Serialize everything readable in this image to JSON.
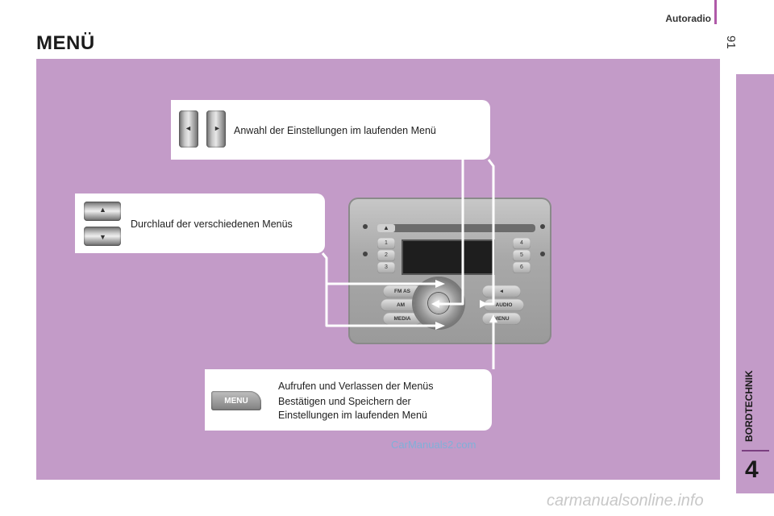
{
  "header": {
    "section_label": "Autoradio",
    "page_number": "91",
    "title": "MENÜ"
  },
  "sidebar": {
    "chapter_name": "BORDTECHNIK",
    "chapter_number": "4"
  },
  "callouts": {
    "select_settings": "Anwahl der Einstellungen im laufenden Menü",
    "scroll_menus": "Durchlauf der verschiedenen Menüs",
    "menu_open_close": "Aufrufen und Verlassen der Menüs",
    "menu_confirm": "Bestätigen und Speichern der Einstellungen im laufenden Menü"
  },
  "menu_key_label": "MENU",
  "radio": {
    "presets_left": [
      "1",
      "2",
      "3"
    ],
    "presets_right": [
      "4",
      "5",
      "6"
    ],
    "left_keys": [
      "FM AS",
      "AM",
      "MEDIA"
    ],
    "right_keys": [
      "◄",
      "AUDIO",
      "MENU"
    ]
  },
  "watermarks": {
    "upper": "CarManuals2.com",
    "bottom": "carmanualsonline.info"
  },
  "colors": {
    "panel": "#c39bc8",
    "accent_line": "#b05aa8",
    "callout_bg": "#ffffff"
  }
}
